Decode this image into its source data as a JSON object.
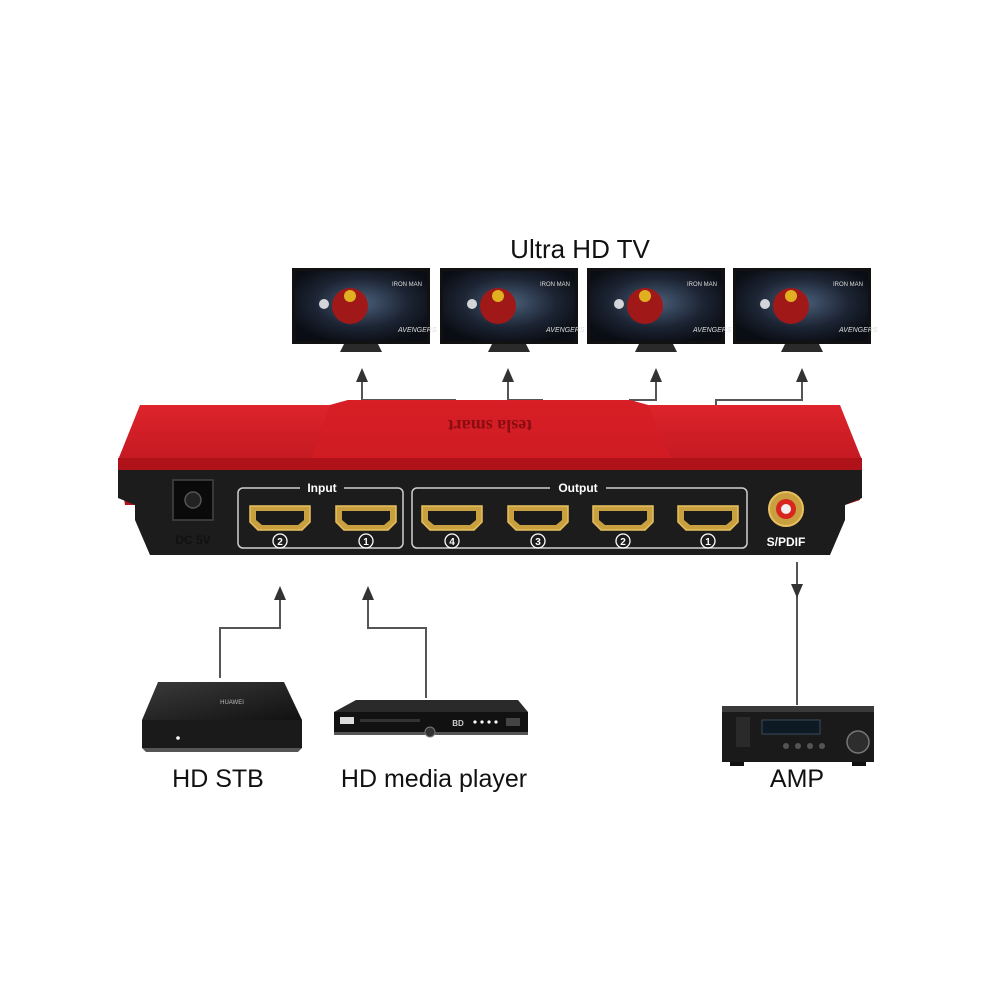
{
  "tv_group": {
    "label": "Ultra HD TV",
    "screen_title": "IRON MAN",
    "screen_brand": "AVENGERS"
  },
  "device": {
    "brand": "tesla smart",
    "dc_label": "DC 5V",
    "input_label": "Input",
    "output_label": "Output",
    "spdif_label": "S/PDIF",
    "input_ports": [
      "2",
      "1"
    ],
    "output_ports": [
      "4",
      "3",
      "2",
      "1"
    ],
    "body_color": "#c8161d",
    "panel_color": "#1c1c1c"
  },
  "sources": [
    {
      "label": "HD STB",
      "logo": "HUAWEI"
    },
    {
      "label": "HD media player",
      "logo": "BD"
    }
  ],
  "amp": {
    "label": "AMP"
  }
}
